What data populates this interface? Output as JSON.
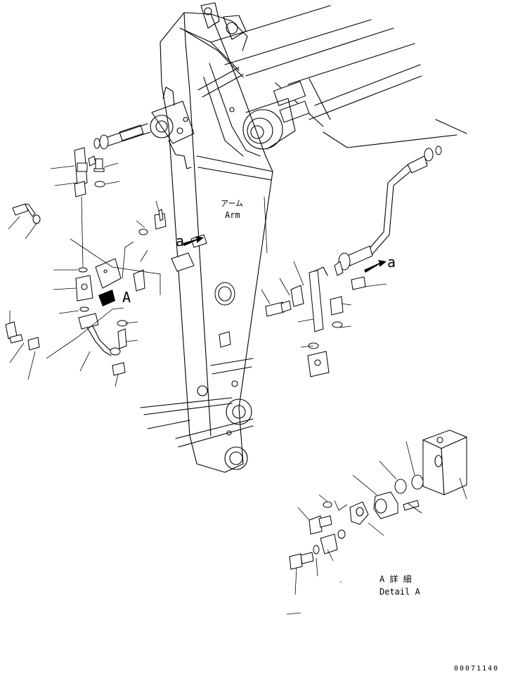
{
  "labels": {
    "arm_jp": "アーム",
    "arm_en": "Arm",
    "callout_a_left": "a",
    "callout_a_right": "a",
    "view_arrow": "A",
    "detail_jp": "A 詳 細",
    "detail_en": "Detail A",
    "figure_number": "00071140"
  }
}
